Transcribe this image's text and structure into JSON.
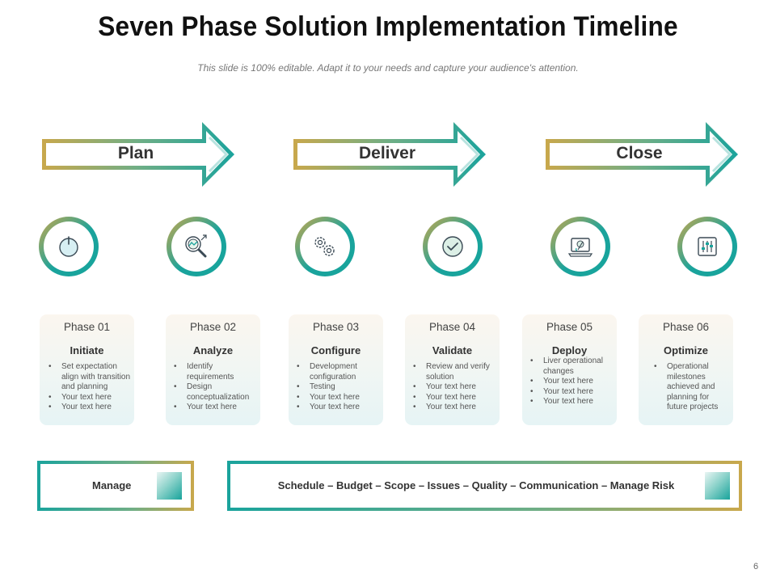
{
  "title": "Seven Phase Solution Implementation Timeline",
  "subtitle": "This slide is 100% editable. Adapt it to your needs and capture your audience's attention.",
  "stages": [
    {
      "label": "Plan"
    },
    {
      "label": "Deliver"
    },
    {
      "label": "Close"
    }
  ],
  "icons": [
    "power-icon",
    "magnifier-chart-icon",
    "gears-icon",
    "checkmark-icon",
    "laptop-tools-icon",
    "sliders-icon"
  ],
  "phases": [
    {
      "phase": "Phase 01",
      "name": "Initiate",
      "bullets": [
        "Set expectation align with transition and planning",
        "Your text here",
        "Your text here"
      ]
    },
    {
      "phase": "Phase 02",
      "name": "Analyze",
      "bullets": [
        "Identify requirements",
        "Design conceptualization",
        "Your text here"
      ]
    },
    {
      "phase": "Phase 03",
      "name": "Configure",
      "bullets": [
        "Development configuration",
        "Testing",
        "Your text here",
        "Your text here"
      ]
    },
    {
      "phase": "Phase 04",
      "name": "Validate",
      "bullets": [
        "Review and verify solution",
        "Your text here",
        "Your text here",
        "Your text here"
      ]
    },
    {
      "phase": "Phase 05",
      "name": "Deploy",
      "bullets": [
        "Liver operational changes",
        "Your text here",
        "Your text here",
        "Your text here"
      ]
    },
    {
      "phase": "Phase 06",
      "name": "Optimize",
      "bullets": [
        "Operational milestones achieved and planning  for future projects"
      ]
    }
  ],
  "manage": {
    "label": "Manage",
    "items": "Schedule – Budget – Scope – Issues – Quality – Communication – Manage Risk"
  },
  "page_number": "6",
  "colors": {
    "teal": "#1aa39c",
    "gold": "#c9a84c"
  }
}
